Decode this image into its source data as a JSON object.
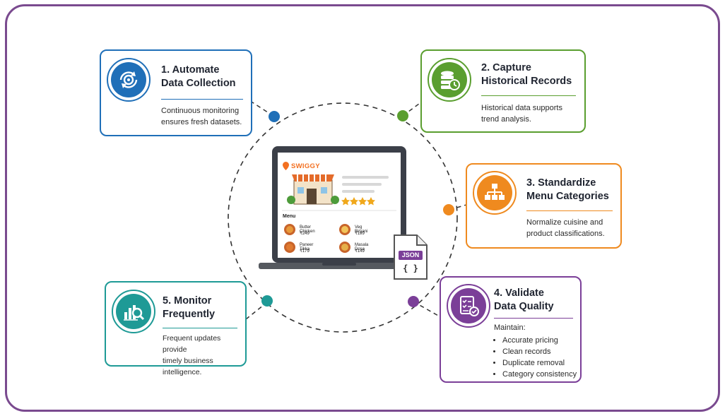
{
  "steps": [
    {
      "title_line1": "1. Automate",
      "title_line2": "Data Collection",
      "desc_line1": "Continuous monitoring",
      "desc_line2": "ensures fresh datasets.",
      "color": "#1f6fb8",
      "icon": "gear-sync-icon"
    },
    {
      "title_line1": "2. Capture",
      "title_line2": "Historical Records",
      "desc_line1": "Historical data supports",
      "desc_line2": "trend analysis.",
      "color": "#5a9e2f",
      "icon": "database-clock-icon"
    },
    {
      "title_line1": "3. Standardize",
      "title_line2": "Menu Categories",
      "desc_line1": "Normalize cuisine and",
      "desc_line2": "product classifications.",
      "color": "#ef8a1f",
      "icon": "hierarchy-icon"
    },
    {
      "title_line1": "4. Validate",
      "title_line2": "Data Quality",
      "desc_intro": "Maintain:",
      "bullets": [
        "Accurate pricing",
        "Clean records",
        "Duplicate removal",
        "Category consistency"
      ],
      "color": "#7b3f98",
      "icon": "checklist-icon"
    },
    {
      "title_line1": "5. Monitor",
      "title_line2": "Frequently",
      "desc_line1": "Frequent updates provide",
      "desc_line2": "timely business intelligence.",
      "color": "#1e9a96",
      "icon": "chart-search-icon"
    }
  ],
  "laptop": {
    "brand": "SWIGGY",
    "menu_label": "Menu",
    "items": [
      {
        "name": "Butter Chicken",
        "price": "₹249"
      },
      {
        "name": "Veg Biryani",
        "price": "₹199"
      },
      {
        "name": "Paneer Tikka",
        "price": "₹179"
      },
      {
        "name": "Masala Dosa",
        "price": "₹149"
      }
    ],
    "json_label": "JSON",
    "json_braces": "{ }"
  }
}
